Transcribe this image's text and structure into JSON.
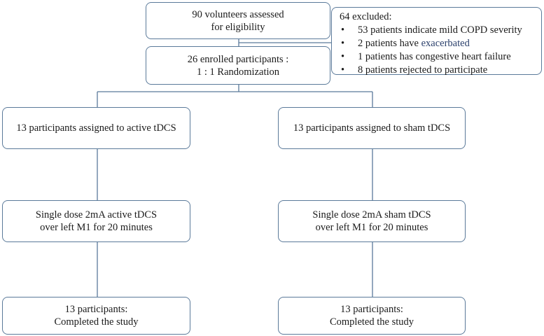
{
  "assessed": {
    "line1": "90 volunteers assessed",
    "line2": "for eligibility"
  },
  "excluded": {
    "title": "64 excluded:",
    "items": [
      {
        "text": "53 patients indicate mild COPD severity"
      },
      {
        "text": "2 patients have ",
        "highlight": "exacerbated"
      },
      {
        "text": "1 patients has congestive heart failure"
      },
      {
        "text": "8 patients  rejected to participate"
      }
    ]
  },
  "enrolled": {
    "line1": "26 enrolled participants :",
    "line2": "1 : 1 Randomization"
  },
  "active_arm": {
    "assigned": "13 participants assigned to active tDCS",
    "intervention_line1": "Single dose 2mA active tDCS",
    "intervention_line2": "over left M1 for 20 minutes",
    "completed_line1": "13 participants:",
    "completed_line2": "Completed the study"
  },
  "sham_arm": {
    "assigned": "13 participants assigned to sham tDCS",
    "intervention_line1": "Single dose 2mA sham tDCS",
    "intervention_line2": "over left M1 for 20 minutes",
    "completed_line1": "13 participants:",
    "completed_line2": "Completed the study"
  },
  "colors": {
    "box_border": "#5b7a9a",
    "connector": "#5b7a9a",
    "text": "#1a1a1a",
    "highlight_text": "#2a3f6b"
  }
}
